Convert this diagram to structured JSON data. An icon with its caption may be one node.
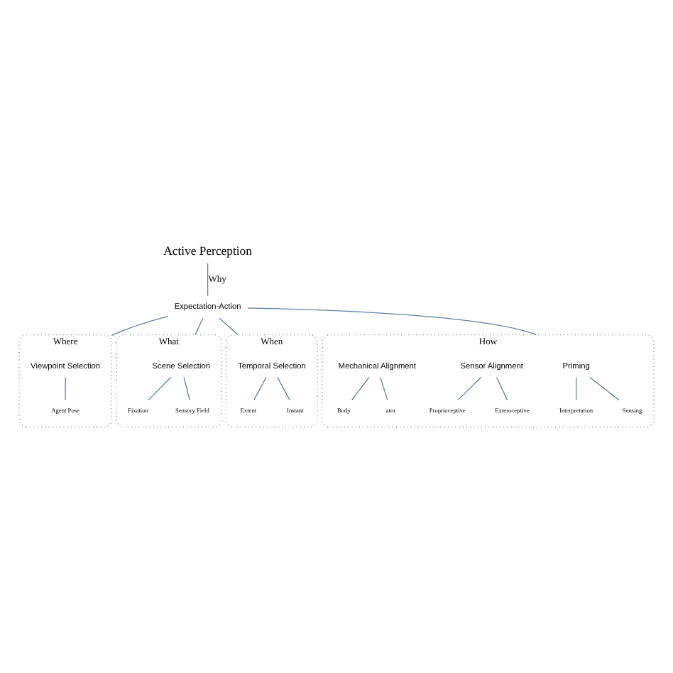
{
  "diagram": {
    "nodes": [
      {
        "text": [
          "Active Perception"
        ]
      },
      {
        "text": [
          "Expectation-Action"
        ]
      },
      {
        "text": [
          "Where"
        ]
      },
      {
        "text": [
          "Viewpoint Selection"
        ],
        "in": 2
      },
      {
        "text": [
          "Agent Pose"
        ],
        "in": 2
      },
      {
        "text": [
          "What"
        ]
      },
      {
        "text": [
          "Scene Selection"
        ],
        "in": 5
      },
      {
        "text": [
          "Fixation"
        ],
        "in": 5
      },
      {
        "text": [
          "Sensory Field"
        ],
        "in": 5
      },
      {
        "text": [
          "When"
        ]
      },
      {
        "text": [
          "Temporal Selection"
        ],
        "in": 9
      },
      {
        "text": [
          "Extent"
        ],
        "in": 9
      },
      {
        "text": [
          "Instant"
        ],
        "in": 9
      },
      {
        "text": [
          "How"
        ]
      },
      {
        "text": [
          "Priming"
        ],
        "in": 13
      },
      {
        "text": [
          "Interpretation"
        ],
        "in": 13
      },
      {
        "text": [
          "Sensing"
        ],
        "in": 13
      },
      {
        "text": [
          "Sensor Alignment"
        ],
        "in": 13
      },
      {
        "text": [
          "Proprioceptive"
        ],
        "in": 13
      },
      {
        "text": [
          "Exteroceptive"
        ],
        "in": 13
      },
      {
        "text": [
          "Mechanical Alignment"
        ],
        "in": 13
      },
      {
        "text": [
          "Body"
        ],
        "in": 13
      },
      {
        "text": [
          "ator"
        ],
        "in": 13
      }
    ],
    "edges": [
      {
        "from": 0,
        "to": 1,
        "arrow": "none",
        "label": "Why"
      },
      {
        "from": 1,
        "to": 2,
        "arrow": "none"
      },
      {
        "from": 1,
        "to": 5,
        "arrow": "none"
      },
      {
        "from": 1,
        "to": 9,
        "arrow": "none"
      },
      {
        "from": 1,
        "to": 13,
        "arrow": "none"
      },
      {
        "from": 3,
        "to": 4,
        "arrow": "none"
      },
      {
        "from": 6,
        "to": 7,
        "arrow": "none"
      },
      {
        "from": 6,
        "to": 8,
        "arrow": "none"
      },
      {
        "from": 10,
        "to": 11,
        "arrow": "none"
      },
      {
        "from": 10,
        "to": 12,
        "arrow": "none"
      },
      {
        "from": 14,
        "to": 15,
        "arrow": "none"
      },
      {
        "from": 14,
        "to": 16,
        "arrow": "none"
      },
      {
        "from": 17,
        "to": 18,
        "arrow": "none"
      },
      {
        "from": 17,
        "to": 19,
        "arrow": "none"
      },
      {
        "from": 20,
        "to": 21,
        "arrow": "none"
      },
      {
        "from": 20,
        "to": 22,
        "arrow": "none"
      }
    ]
  }
}
